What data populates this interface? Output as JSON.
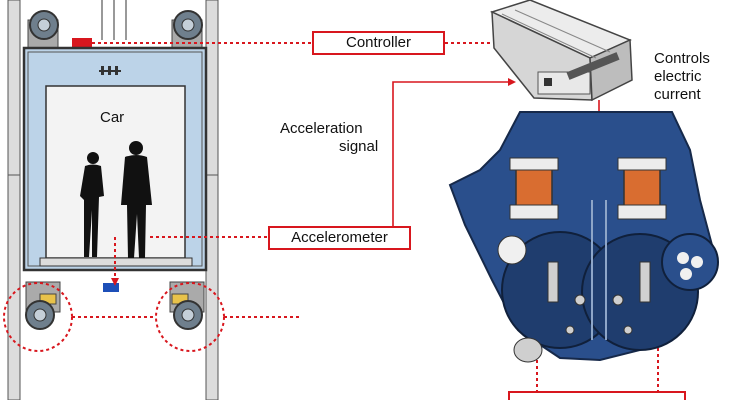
{
  "labels": {
    "controller": "Controller",
    "controls_line1": "Controls",
    "controls_line2": "electric",
    "controls_line3": "current",
    "car": "Car",
    "accel_line1": "Acceleration",
    "accel_line2": "signal",
    "accelerometer": "Accelerometer"
  },
  "colors": {
    "accent_red": "#d8171e",
    "cabin_blue": "#bcd3e8",
    "device_blue": "#2a4f8c",
    "rail_grey": "#d9d9d9"
  },
  "icons": [
    "roller-guide-icon",
    "controller-box-icon",
    "damper-device-icon",
    "passenger-silhouette-icon"
  ]
}
